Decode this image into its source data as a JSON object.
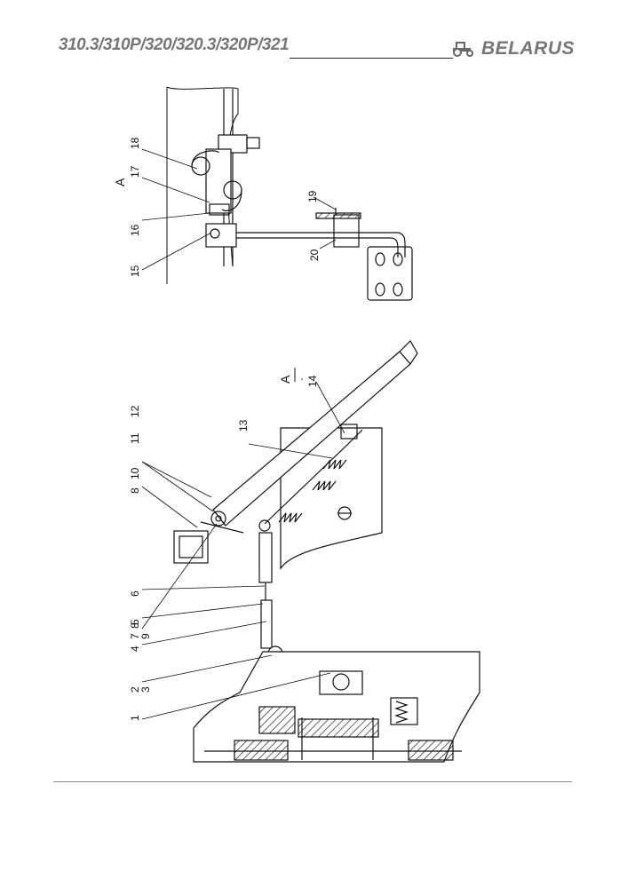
{
  "header": {
    "model_text": "310.3/310P/320/320.3/320P/321",
    "brand": "BELARUS",
    "brand_icon": "tractor-icon"
  },
  "figure_a": {
    "view_label": "A",
    "callouts": [
      "18",
      "17",
      "16",
      "15",
      "19",
      "20"
    ]
  },
  "figure_main": {
    "view_label": "A",
    "callouts": [
      "12",
      "11",
      "10",
      "8",
      "13",
      "14",
      "7",
      "8",
      "9",
      "6",
      "5",
      "4",
      "3",
      "2",
      "1"
    ]
  }
}
